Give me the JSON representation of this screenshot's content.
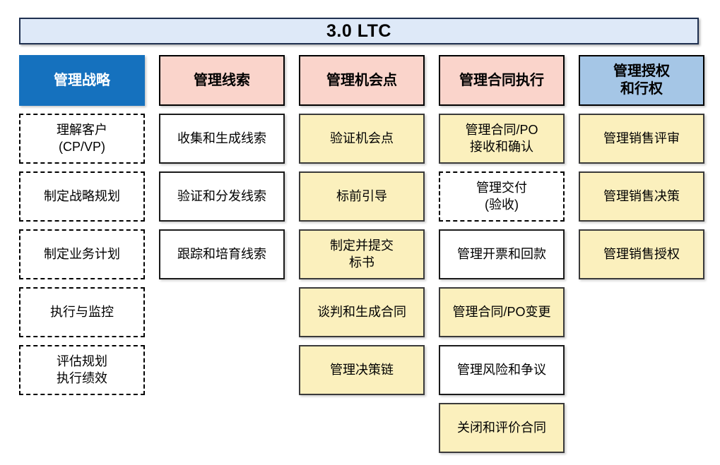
{
  "title": {
    "label": "3.0 LTC"
  },
  "colors": {
    "title_bar_bg": "#DEE9F8",
    "title_bar_border": "#1F3050",
    "strategy_header_bg": "#1571BE",
    "strategy_header_text": "#FFFFFF",
    "stage_header_bg": "#FAD4CB",
    "authorization_header_bg": "#A5C6E6",
    "activity_box_bg": "#FBF0BD",
    "plain_box_bg": "#FFFFFF",
    "box_border": "#000000"
  },
  "columns": [
    {
      "header": "管理战略",
      "items": [
        {
          "label": "理解客户\n(CP/VP)"
        },
        {
          "label": "制定战略规划"
        },
        {
          "label": "制定业务计划"
        },
        {
          "label": "执行与监控"
        },
        {
          "label": "评估规划\n执行绩效"
        }
      ]
    },
    {
      "header": "管理线索",
      "items": [
        {
          "label": "收集和生成线索"
        },
        {
          "label": "验证和分发线索"
        },
        {
          "label": "跟踪和培育线索"
        }
      ]
    },
    {
      "header": "管理机会点",
      "items": [
        {
          "label": "验证机会点"
        },
        {
          "label": "标前引导"
        },
        {
          "label": "制定并提交\n标书"
        },
        {
          "label": "谈判和生成合同"
        },
        {
          "label": "管理决策链"
        }
      ]
    },
    {
      "header": "管理合同执行",
      "items": [
        {
          "label": "管理合同/PO\n接收和确认"
        },
        {
          "label": "管理交付\n(验收)"
        },
        {
          "label": "管理开票和回款"
        },
        {
          "label": "管理合同/PO变更"
        },
        {
          "label": "管理风险和争议"
        },
        {
          "label": "关闭和评价合同"
        }
      ]
    },
    {
      "header": "管理授权\n和行权",
      "items": [
        {
          "label": "管理销售评审"
        },
        {
          "label": "管理销售决策"
        },
        {
          "label": "管理销售授权"
        }
      ]
    }
  ]
}
